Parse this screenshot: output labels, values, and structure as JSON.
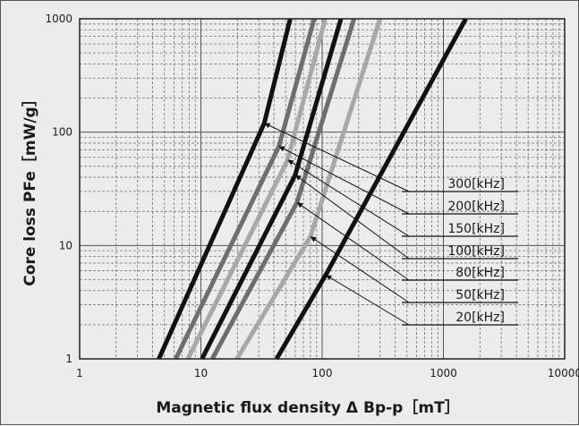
{
  "chart_data": {
    "type": "line",
    "xlabel": "Magnetic flux density Δ Bp-p［mT］",
    "ylabel": "Core loss PFe［mW/g］",
    "x_scale": "log",
    "y_scale": "log",
    "xlim": [
      1,
      10000
    ],
    "ylim": [
      1,
      1000
    ],
    "x_ticks": [
      "1",
      "10",
      "100",
      "1000",
      "10000"
    ],
    "y_ticks": [
      "1",
      "10",
      "100",
      "1000"
    ],
    "grid": true,
    "series": [
      {
        "name": "300[kHz]",
        "color": "#111111",
        "x": [
          4.5,
          33.3,
          54.5
        ],
        "y": [
          1,
          120,
          1000
        ]
      },
      {
        "name": "200[kHz]",
        "color": "#6e6e6e",
        "x": [
          6.2,
          44,
          86
        ],
        "y": [
          1,
          75,
          1000
        ]
      },
      {
        "name": "150[kHz]",
        "color": "#a8a8a8",
        "x": [
          7.8,
          52,
          106
        ],
        "y": [
          1,
          57,
          1000
        ]
      },
      {
        "name": "100[kHz]",
        "color": "#111111",
        "x": [
          10.2,
          60,
          143
        ],
        "y": [
          1,
          42,
          1000
        ]
      },
      {
        "name": "80[kHz]",
        "color": "#6e6e6e",
        "x": [
          12.4,
          62,
          183
        ],
        "y": [
          1,
          24,
          1000
        ]
      },
      {
        "name": "50[kHz]",
        "color": "#a8a8a8",
        "x": [
          19.8,
          80,
          300
        ],
        "y": [
          1,
          12,
          1000
        ]
      },
      {
        "name": "20[kHz]",
        "color": "#111111",
        "x": [
          42,
          107,
          1530
        ],
        "y": [
          1,
          5.5,
          1000
        ]
      }
    ]
  }
}
